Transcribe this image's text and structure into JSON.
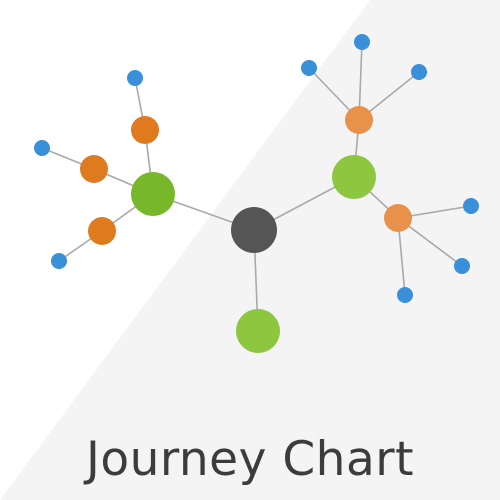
{
  "title": "Journey Chart",
  "colors": {
    "background": "#ffffff",
    "shade": "#f4f4f4",
    "edge": "#a9a9a9",
    "hub": "#555555",
    "green_dark": "#76b82a",
    "green_light": "#8dc63f",
    "orange_dark": "#e07a1f",
    "orange_light": "#e8914a",
    "leaf_blue": "#3a8fd9",
    "title_text": "#3c3c3c"
  },
  "nodes": [
    {
      "id": "hub",
      "kind": "hub"
    },
    {
      "id": "green-left",
      "kind": "green_dark"
    },
    {
      "id": "green-right",
      "kind": "green_light"
    },
    {
      "id": "green-bottom",
      "kind": "green_light"
    },
    {
      "id": "orange-left-top",
      "kind": "orange_dark"
    },
    {
      "id": "orange-left-mid",
      "kind": "orange_dark"
    },
    {
      "id": "orange-left-low",
      "kind": "orange_dark"
    },
    {
      "id": "orange-right-top",
      "kind": "orange_light"
    },
    {
      "id": "orange-right-low",
      "kind": "orange_light"
    },
    {
      "id": "leaf-1",
      "kind": "leaf_blue"
    },
    {
      "id": "leaf-2",
      "kind": "leaf_blue"
    },
    {
      "id": "leaf-3",
      "kind": "leaf_blue"
    },
    {
      "id": "leaf-4",
      "kind": "leaf_blue"
    },
    {
      "id": "leaf-5",
      "kind": "leaf_blue"
    },
    {
      "id": "leaf-6",
      "kind": "leaf_blue"
    },
    {
      "id": "leaf-7",
      "kind": "leaf_blue"
    },
    {
      "id": "leaf-8",
      "kind": "leaf_blue"
    },
    {
      "id": "leaf-9",
      "kind": "leaf_blue"
    }
  ],
  "edges": [
    [
      "hub",
      "green-left"
    ],
    [
      "hub",
      "green-right"
    ],
    [
      "hub",
      "green-bottom"
    ],
    [
      "green-left",
      "orange-left-top"
    ],
    [
      "green-left",
      "orange-left-mid"
    ],
    [
      "green-left",
      "orange-left-low"
    ],
    [
      "orange-left-top",
      "leaf-1"
    ],
    [
      "orange-left-mid",
      "leaf-2"
    ],
    [
      "orange-left-low",
      "leaf-3"
    ],
    [
      "green-right",
      "orange-right-top"
    ],
    [
      "green-right",
      "orange-right-low"
    ],
    [
      "orange-right-top",
      "leaf-4"
    ],
    [
      "orange-right-top",
      "leaf-5"
    ],
    [
      "orange-right-top",
      "leaf-6"
    ],
    [
      "orange-right-low",
      "leaf-7"
    ],
    [
      "orange-right-low",
      "leaf-8"
    ],
    [
      "orange-right-low",
      "leaf-9"
    ]
  ]
}
